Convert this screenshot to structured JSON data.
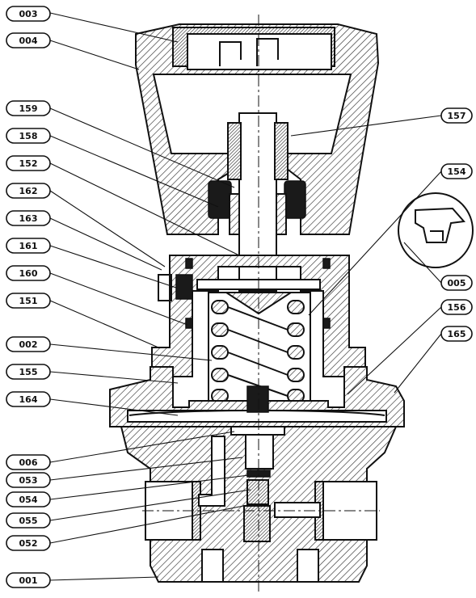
{
  "diagram": {
    "callouts": [
      {
        "id": "003"
      },
      {
        "id": "004"
      },
      {
        "id": "159"
      },
      {
        "id": "158"
      },
      {
        "id": "152"
      },
      {
        "id": "162"
      },
      {
        "id": "163"
      },
      {
        "id": "161"
      },
      {
        "id": "160"
      },
      {
        "id": "151"
      },
      {
        "id": "002"
      },
      {
        "id": "155"
      },
      {
        "id": "164"
      },
      {
        "id": "006"
      },
      {
        "id": "053"
      },
      {
        "id": "054"
      },
      {
        "id": "055"
      },
      {
        "id": "052"
      },
      {
        "id": "001"
      },
      {
        "id": "157"
      },
      {
        "id": "154"
      },
      {
        "id": "005"
      },
      {
        "id": "156"
      },
      {
        "id": "165"
      }
    ]
  }
}
